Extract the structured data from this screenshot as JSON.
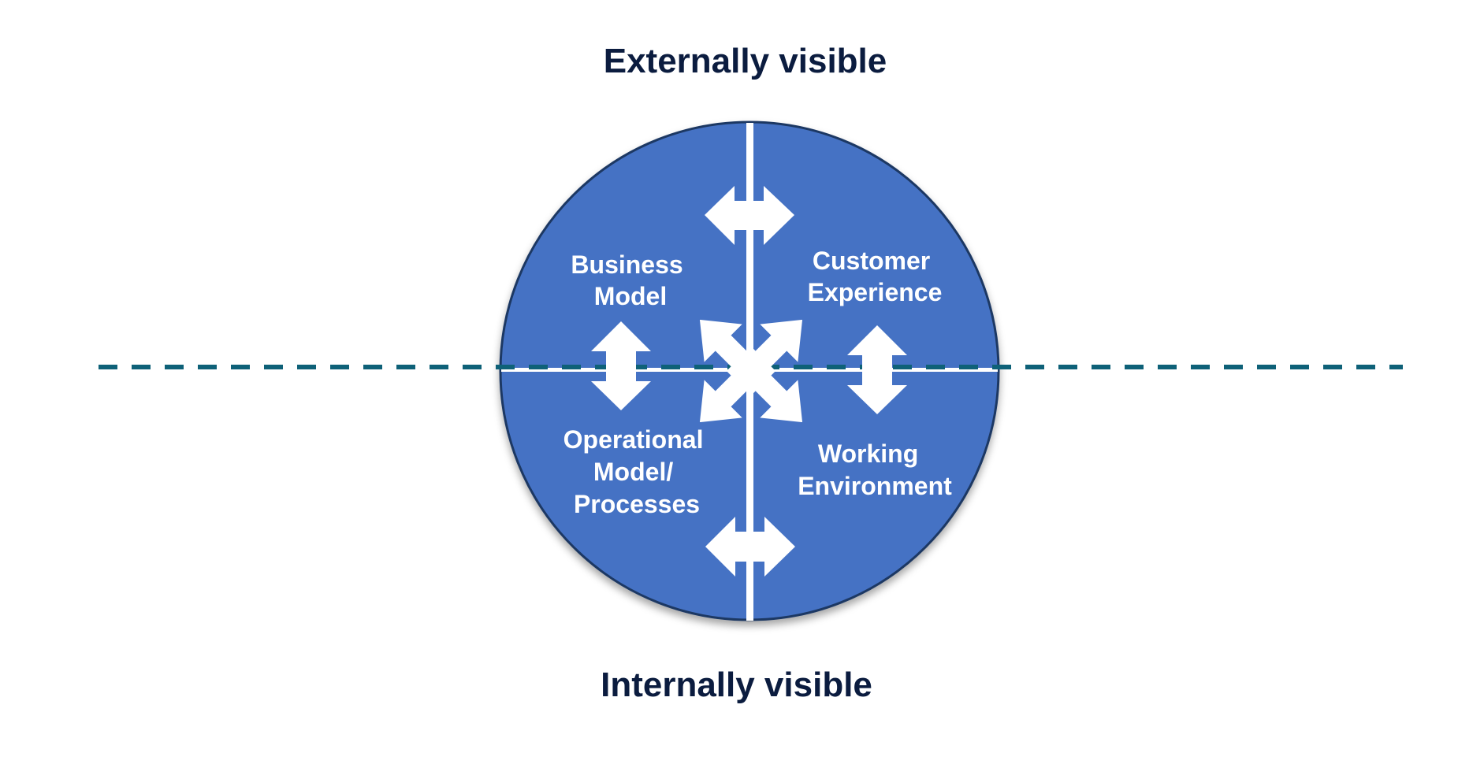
{
  "labels": {
    "top": "Externally visible",
    "bottom": "Internally visible"
  },
  "quadrants": {
    "top_left": [
      "Business",
      "Model"
    ],
    "top_right": [
      "Customer",
      "Experience"
    ],
    "bottom_left": [
      "Operational",
      "Model/",
      "Processes"
    ],
    "bottom_right": [
      "Working",
      "Environment"
    ]
  },
  "colors": {
    "circle_fill": "#4472c4",
    "circle_border": "#1f3864",
    "divider_dash": "#0e6178",
    "title_text": "#0b1c3f",
    "arrows": "#ffffff"
  },
  "icons": {
    "horizontal_arrows": "double-headed-horizontal-arrow",
    "vertical_arrows": "double-headed-vertical-arrow",
    "center": "four-way-diagonal-arrow"
  }
}
